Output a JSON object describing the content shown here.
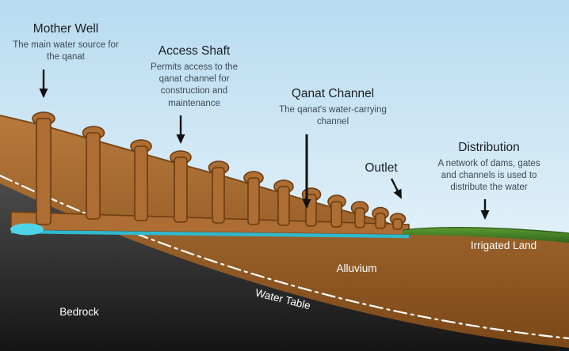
{
  "diagram": {
    "labels": {
      "mother_well": {
        "title": "Mother Well",
        "desc": "The main water source for the qanat"
      },
      "access_shaft": {
        "title": "Access Shaft",
        "desc": "Permits access to the qanat channel for construction and maintenance"
      },
      "qanat_channel": {
        "title": "Qanat Channel",
        "desc": "The qanat's water-carrying channel"
      },
      "outlet": {
        "title": "Outlet"
      },
      "distribution": {
        "title": "Distribution",
        "desc": "A network of dams, gates and channels is used to distribute the water"
      },
      "irrigated_land": "Irrigated Land",
      "alluvium": "Alluvium",
      "water_table": "Water Table",
      "bedrock": "Bedrock"
    },
    "colors": {
      "sky-top": "#b8dbf0",
      "sky-bottom": "#f3fafd",
      "earth-light": "#b87a3c",
      "earth-dark": "#7a4717",
      "shaft-fill": "#ad6d33",
      "shaft-stroke": "#6b3c11",
      "rock-light": "#4b4b4b",
      "rock-dark": "#151515",
      "green-light": "#5d9a33",
      "green-dark": "#2f651b",
      "water": "#2fb9cc",
      "water-deep": "#4ed4e6",
      "arrow": "#111111",
      "water-table-line": "#ffffff",
      "title-text": "#1b1f24",
      "desc-text": "#3d4a55",
      "light-text": "#ffffff"
    }
  }
}
